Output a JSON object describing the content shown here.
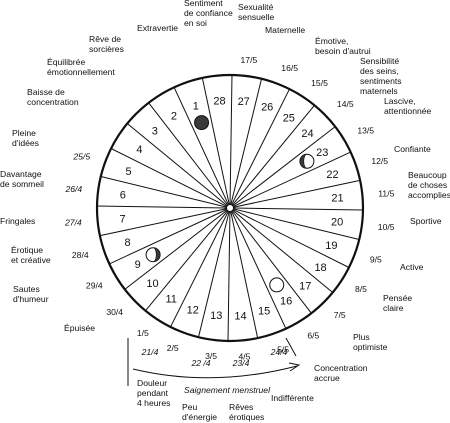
{
  "cycle_days": 28,
  "segments": [
    {
      "day": "1",
      "date": "21/4",
      "date_italic": true,
      "label": [
        "Douleur",
        "pendant",
        "4 heures"
      ]
    },
    {
      "day": "2",
      "date": "22 /4",
      "date_italic": true,
      "label": [
        "Peu",
        "d'énergie"
      ]
    },
    {
      "day": "3",
      "date": "23/4",
      "date_italic": true,
      "label": [
        "Rêves",
        "érotiques"
      ]
    },
    {
      "day": "4",
      "date": "24/4",
      "date_italic": true,
      "label": [
        "Indifférente"
      ]
    },
    {
      "day": "5",
      "date": "25/5",
      "date_italic": true,
      "label": [
        "Concentration",
        "accrue"
      ]
    },
    {
      "day": "6",
      "date": "26/4",
      "date_italic": true,
      "label": [
        "Plus",
        "optimiste"
      ]
    },
    {
      "day": "7",
      "date": "27/4",
      "date_italic": true,
      "label": [
        "Pensée",
        "claire"
      ]
    },
    {
      "day": "8",
      "date": "28/4",
      "date_italic": false,
      "label": [
        "Active"
      ]
    },
    {
      "day": "9",
      "date": "29/4",
      "date_italic": false,
      "label": [
        "Sportive"
      ]
    },
    {
      "day": "10",
      "date": "30/4",
      "date_italic": false,
      "label": [
        "Beaucoup",
        "de choses",
        "accomplies"
      ]
    },
    {
      "day": "11",
      "date": "1/5",
      "date_italic": false,
      "label": [
        "Confiante"
      ]
    },
    {
      "day": "12",
      "date": "2/5",
      "date_italic": false,
      "label": [
        "Lascive,",
        "attentionnée"
      ]
    },
    {
      "day": "13",
      "date": "3/5",
      "date_italic": false,
      "label": [
        "Sensibilité",
        "des seins,",
        "sentiments",
        "maternels"
      ]
    },
    {
      "day": "14",
      "date": "4/5",
      "date_italic": false,
      "label": [
        "Émotive,",
        "besoin d'autrui"
      ]
    },
    {
      "day": "15",
      "date": "5/5",
      "date_italic": false,
      "label": [
        "Maternelle"
      ]
    },
    {
      "day": "16",
      "date": "6/5",
      "date_italic": false,
      "label": [
        "Sexualité",
        "sensuelle"
      ]
    },
    {
      "day": "17",
      "date": "7/5",
      "date_italic": false,
      "label": [
        "Sentiment",
        "de confiance",
        "en soi"
      ]
    },
    {
      "day": "18",
      "date": "8/5",
      "date_italic": false,
      "label": [
        "Extravertie"
      ]
    },
    {
      "day": "19",
      "date": "9/5",
      "date_italic": false,
      "label": [
        "Rêve de",
        "sorcières"
      ]
    },
    {
      "day": "20",
      "date": "10/5",
      "date_italic": false,
      "label": [
        "Équilibrée",
        "émotionnellement"
      ]
    },
    {
      "day": "21",
      "date": "11/5",
      "date_italic": false,
      "label": [
        "Baisse de",
        "concentration"
      ]
    },
    {
      "day": "22",
      "date": "12/5",
      "date_italic": false,
      "label": [
        "Pleine",
        "d'idées"
      ]
    },
    {
      "day": "23",
      "date": "13/5",
      "date_italic": false,
      "label": [
        "Davantage",
        "de sommeil"
      ]
    },
    {
      "day": "24",
      "date": "14/5",
      "date_italic": false,
      "label": [
        "Fringales"
      ]
    },
    {
      "day": "25",
      "date": "15/5",
      "date_italic": false,
      "label": [
        "Érotique",
        "et créative"
      ]
    },
    {
      "day": "26",
      "date": "16/5",
      "date_italic": false,
      "label": [
        "Sautes",
        "d'humeur"
      ]
    },
    {
      "day": "27",
      "date": "17/5",
      "date_italic": false,
      "label": [
        "Épuisée"
      ]
    },
    {
      "day": "28",
      "date": "",
      "date_italic": false,
      "label": []
    }
  ],
  "moons": [
    {
      "segment": "1",
      "phase": "new-moon"
    },
    {
      "segment": "9",
      "phase": "first-quarter-moon"
    },
    {
      "segment": "16",
      "phase": "full-moon"
    },
    {
      "segment": "23",
      "phase": "last-quarter-moon"
    }
  ],
  "menstruation_caption": "Saignement menstruel",
  "menstruation_arrow_icon": "arrow-right-icon"
}
